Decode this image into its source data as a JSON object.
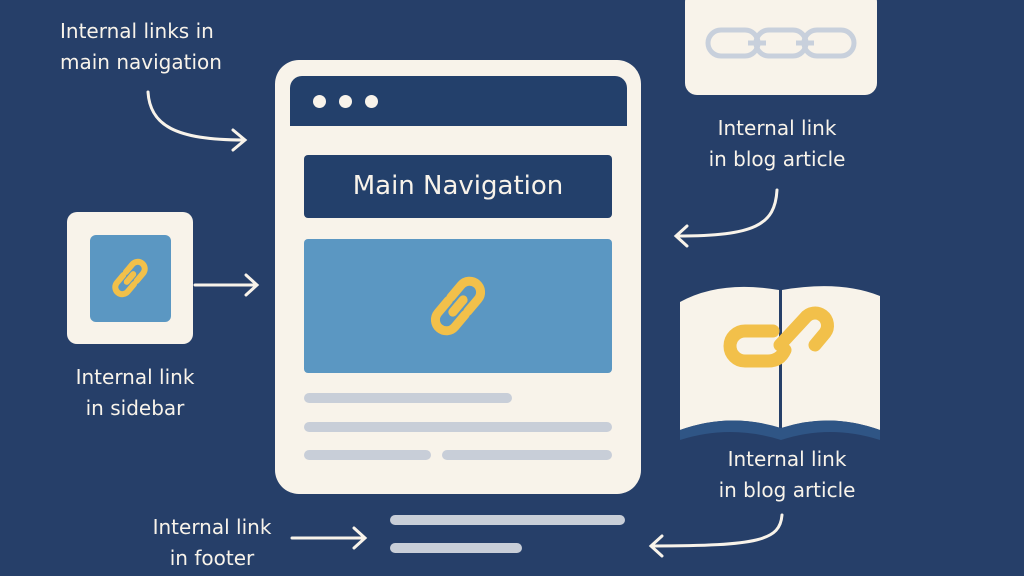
{
  "labels": {
    "main_nav": [
      "Internal links in",
      "main navigation"
    ],
    "sidebar": [
      "Internal link",
      "in sidebar"
    ],
    "blog_top": [
      "Internal link",
      "in blog article"
    ],
    "blog_book": [
      "Internal link",
      "in blog article"
    ],
    "footer": [
      "Internal link",
      "in footer"
    ]
  },
  "browser": {
    "nav_title": "Main Navigation"
  },
  "colors": {
    "background": "#263f69",
    "cream": "#f8f3ea",
    "navy": "#23406b",
    "blue": "#5b97c2",
    "yellow": "#f2c04a",
    "gray": "#c8ced8"
  }
}
